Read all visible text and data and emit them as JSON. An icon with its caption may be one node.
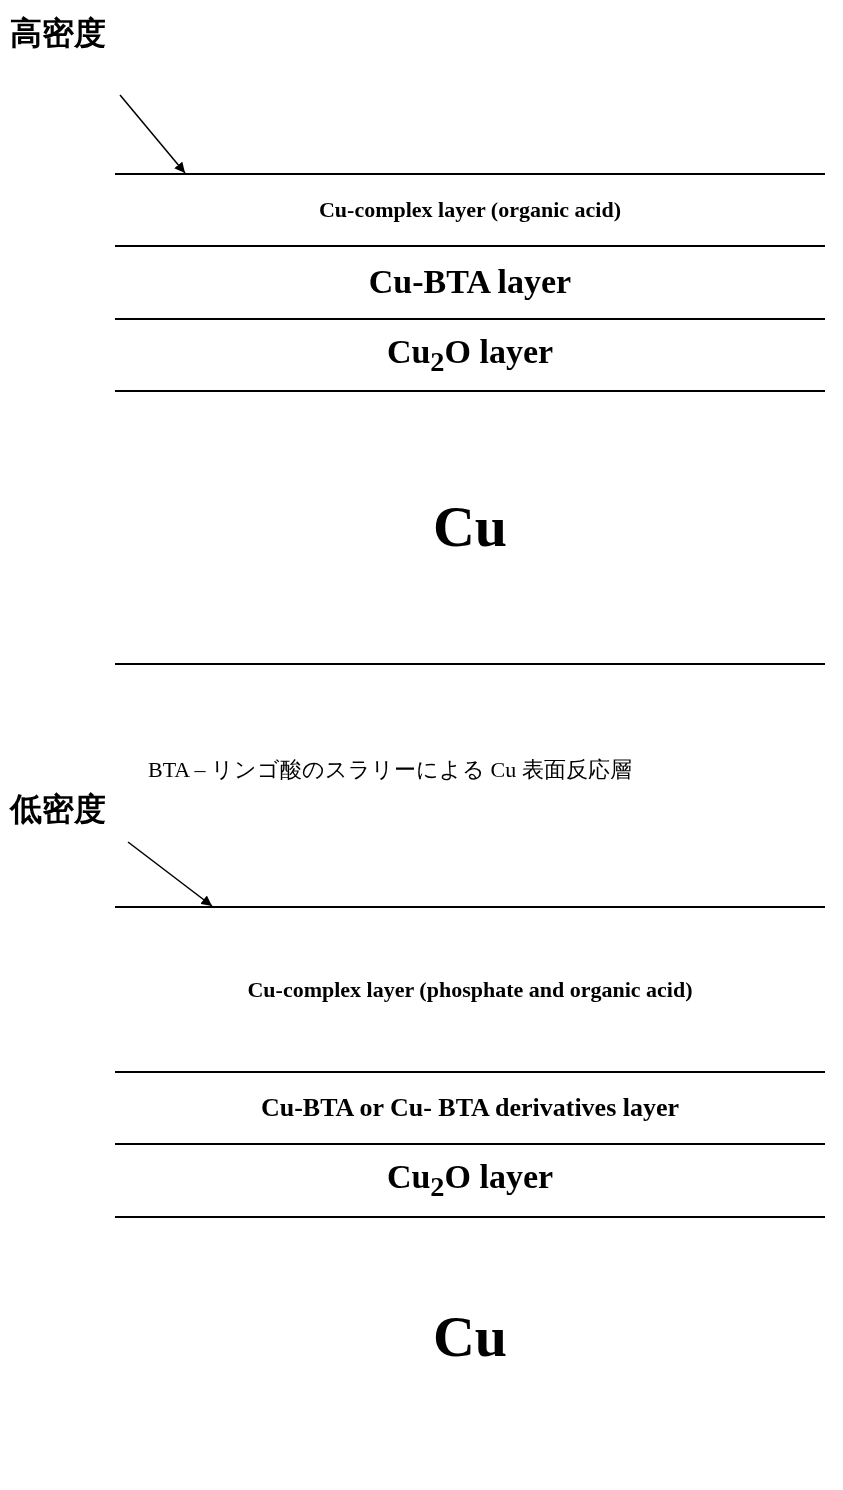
{
  "diagram": {
    "nodes": [
      {
        "text": [
          "高密度"
        ]
      },
      {
        "text": [
          "Cu-complex layer (organic acid)"
        ]
      },
      {
        "text": [
          "Cu-BTA layer"
        ]
      },
      {
        "text": [
          "Cu$_{2}$O layer"
        ]
      },
      {
        "text": [
          "Cu"
        ]
      },
      {
        "text": [
          "低密度"
        ]
      },
      {
        "text": [
          "Cu-complex layer (phosphate and organic acid)"
        ]
      },
      {
        "text": [
          "Cu-BTA or Cu- BTA derivatives layer"
        ]
      },
      {
        "text": [
          "Cu$_{2}$O layer"
        ]
      },
      {
        "text": [
          "Cu"
        ]
      }
    ],
    "edges": [
      {
        "from": 0,
        "to": 1,
        "arrow": "to"
      },
      {
        "from": 5,
        "to": 6,
        "arrow": "to"
      }
    ],
    "labels": [
      "BTA – リンゴ酸のスラリーによる Cu 表面反応層"
    ]
  }
}
